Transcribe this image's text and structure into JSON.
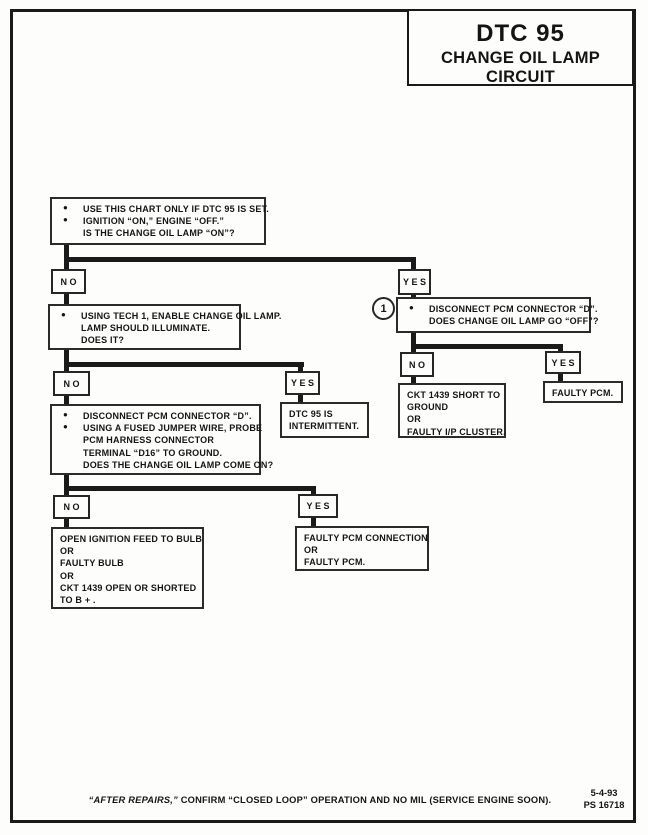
{
  "icons": {
    "bullet": "●"
  },
  "labels": {
    "no": "NO",
    "yes": "YES"
  },
  "header": {
    "title": "DTC 95",
    "subtitle": "CHANGE OIL LAMP CIRCUIT"
  },
  "callout": {
    "number": "1"
  },
  "flow": {
    "start": {
      "lines": [
        {
          "b": 1,
          "t": "USE THIS CHART ONLY IF DTC 95 IS SET."
        },
        {
          "b": 1,
          "t": "IGNITION “ON,” ENGINE “OFF.”"
        },
        {
          "b": 0,
          "t": "IS THE CHANGE OIL LAMP “ON”?"
        }
      ]
    },
    "tech1": {
      "lines": [
        {
          "b": 1,
          "t": "USING TECH 1, ENABLE CHANGE OIL LAMP."
        },
        {
          "b": 0,
          "t": "LAMP SHOULD ILLUMINATE."
        },
        {
          "b": 0,
          "t": "DOES IT?"
        }
      ]
    },
    "disconnect_d": {
      "lines": [
        {
          "b": 1,
          "t": "DISCONNECT PCM CONNECTOR “D”."
        },
        {
          "b": 0,
          "t": "DOES CHANGE OIL LAMP GO “OFF”?"
        }
      ]
    },
    "jumper": {
      "lines": [
        {
          "b": 1,
          "t": "DISCONNECT PCM CONNECTOR “D”."
        },
        {
          "b": 1,
          "t": "USING A FUSED JUMPER WIRE, PROBE"
        },
        {
          "b": 0,
          "t": "PCM HARNESS CONNECTOR"
        },
        {
          "b": 0,
          "t": "TERMINAL “D16” TO GROUND."
        },
        {
          "b": 0,
          "t": "DOES THE CHANGE OIL LAMP COME ON?"
        }
      ]
    },
    "intermittent": {
      "lines": [
        "DTC 95 IS",
        "INTERMITTENT."
      ]
    },
    "ignition_feed": {
      "lines": [
        "OPEN IGNITION FEED TO BULB",
        "OR",
        "FAULTY BULB",
        "OR",
        "CKT 1439 OPEN OR SHORTED",
        "TO B + ."
      ]
    },
    "pcm_connection": {
      "lines": [
        "FAULTY PCM CONNECTION",
        "OR",
        "FAULTY PCM."
      ]
    },
    "ckt_short": {
      "lines": [
        "CKT 1439 SHORT TO",
        "GROUND",
        "OR",
        "FAULTY I/P CLUSTER."
      ]
    },
    "faulty_pcm": {
      "lines": [
        "FAULTY PCM."
      ]
    }
  },
  "footer": {
    "after_repairs": "“AFTER REPAIRS,”",
    "text": "CONFIRM “CLOSED LOOP” OPERATION AND NO MIL (SERVICE ENGINE SOON).",
    "date": "5-4-93",
    "code": "PS 16718"
  }
}
